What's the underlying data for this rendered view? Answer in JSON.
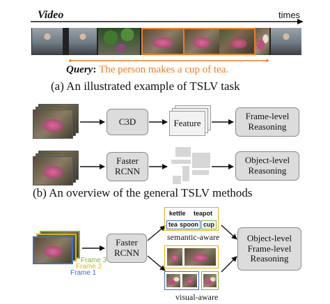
{
  "colors": {
    "accent_orange": "#ef7d22",
    "frame_green": "#7ab830",
    "frame_yellow": "#e6b200",
    "frame_blue": "#3a6fd0",
    "box_fill": "#dcdcdc",
    "box_border": "#8a8a8a"
  },
  "section_a": {
    "video_label": "Video",
    "time_label": "times",
    "query_prefix": "Query",
    "query_colon": ": ",
    "query_text": "The person makes a cup of tea.",
    "caption": "(a) An illustrated example of TSLV task"
  },
  "section_b": {
    "row1": {
      "encoder": "C3D",
      "middle": "Feature",
      "output": "Frame-level\nReasoning"
    },
    "row2": {
      "encoder": "Faster\nRCNN",
      "output": "Object-level\nReasoning"
    },
    "caption": "(b) An overview of the general TSLV methods"
  },
  "section_c": {
    "frame_labels": [
      "Frame 3",
      "Frame 2",
      "Frame 1"
    ],
    "encoder": "Faster\nRCNN",
    "semantic_tags_row1": [
      "kettle",
      "teapot"
    ],
    "semantic_tags_row2": [
      "tea",
      "spoon",
      "cup"
    ],
    "semantic_label": "semantic-aware",
    "visual_label": "visual-aware",
    "output": "Object-level\nFrame-level\nReasoning"
  }
}
